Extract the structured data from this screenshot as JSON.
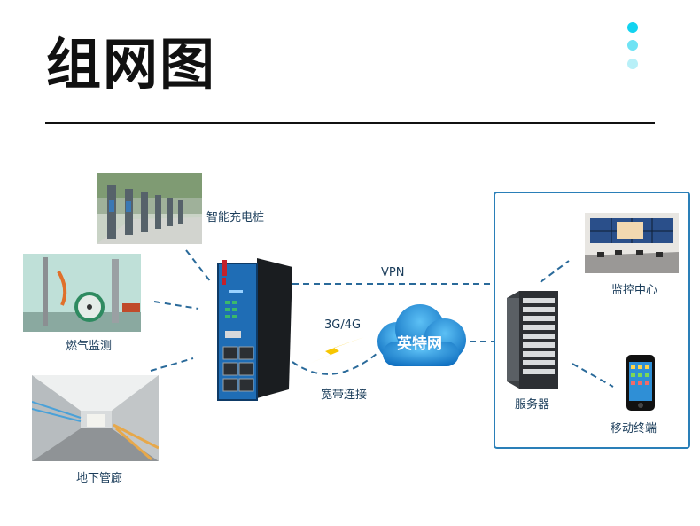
{
  "title": "组网图",
  "colors": {
    "dot1": "#12d3f0",
    "dot2": "#6fe3f4",
    "dot3": "#b8f0f8",
    "line": "#2a6a9a",
    "panel_border": "#2a7fb8",
    "cloud": "#1f8fd8",
    "bolt": "#f7c600"
  },
  "devices": {
    "charging": "智能充电桩",
    "gas": "燃气监测",
    "tunnel": "地下管廊",
    "monitor": "监控中心",
    "server": "服务器",
    "mobile": "移动终端"
  },
  "links": {
    "vpn": "VPN",
    "wireless": "3G/4G",
    "broadband": "宽带连接",
    "cloud": "英特网"
  },
  "icons": [
    "ev-charging-station-photo",
    "gas-meter-photo",
    "utility-tunnel-photo",
    "industrial-router-icon",
    "cloud-icon",
    "lightning-bolt-icon",
    "server-rack-icon",
    "monitoring-center-photo",
    "smartphone-icon"
  ]
}
